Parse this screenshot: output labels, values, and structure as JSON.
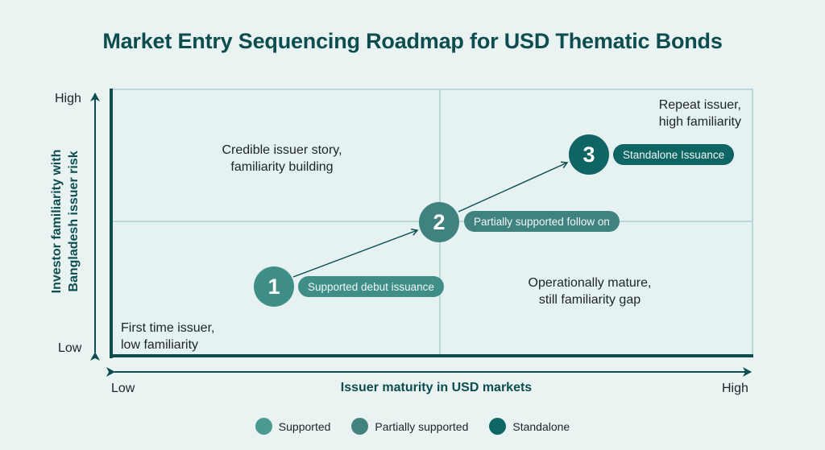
{
  "title": "Market Entry Sequencing Roadmap for USD Thematic Bonds",
  "colors": {
    "title": "#0d4d4f",
    "axis": "#0d4d4f",
    "supported": "#3f8f88",
    "partially_supported": "#3f827f",
    "standalone": "#0f6563",
    "grid": "#bcd8db"
  },
  "axes": {
    "y": {
      "label": "Investor familiarity with Bangladesh issuer risk",
      "high": "High",
      "low": "Low"
    },
    "x": {
      "label": "Issuer maturity in USD markets",
      "low": "Low",
      "high": "High"
    }
  },
  "quadrants": {
    "top_left": "Credible issuer story,\nfamiliarity building",
    "top_right": "Repeat issuer,\nhigh familiarity",
    "bottom_left": "First time issuer,\nlow familiarity",
    "bottom_right": "Operationally mature,\nstill familiarity gap"
  },
  "steps": [
    {
      "number": "1",
      "label": "Supported debut issuance",
      "category": "supported"
    },
    {
      "number": "2",
      "label": "Partially supported follow on",
      "category": "partially_supported"
    },
    {
      "number": "3",
      "label": "Standalone Issuance",
      "category": "standalone"
    }
  ],
  "legend": [
    {
      "label": "Supported",
      "color": "#4a9a93"
    },
    {
      "label": "Partially supported",
      "color": "#43827f"
    },
    {
      "label": "Standalone",
      "color": "#0f6664"
    }
  ]
}
